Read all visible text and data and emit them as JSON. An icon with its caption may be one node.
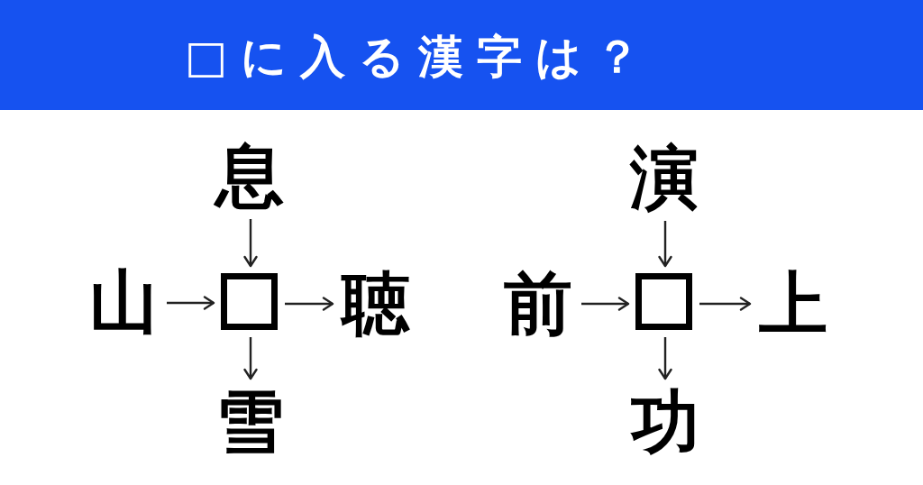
{
  "diagram": {
    "title": "□に入る漢字は？",
    "nodes": [
      {
        "text": [
          "息"
        ]
      },
      {
        "text": [
          "山"
        ]
      },
      {
        "text": [],
        "shape": "box"
      },
      {
        "text": [
          "聴"
        ]
      },
      {
        "text": [
          "雪"
        ]
      },
      {
        "text": [
          "演"
        ]
      },
      {
        "text": [
          "前"
        ]
      },
      {
        "text": [],
        "shape": "box"
      },
      {
        "text": [
          "上"
        ]
      },
      {
        "text": [
          "功"
        ]
      }
    ],
    "edges": [
      {
        "from": 0,
        "to": 2,
        "arrow": "to"
      },
      {
        "from": 1,
        "to": 2,
        "arrow": "to"
      },
      {
        "from": 2,
        "to": 3,
        "arrow": "to"
      },
      {
        "from": 2,
        "to": 4,
        "arrow": "to"
      },
      {
        "from": 5,
        "to": 7,
        "arrow": "to"
      },
      {
        "from": 6,
        "to": 7,
        "arrow": "to"
      },
      {
        "from": 7,
        "to": 8,
        "arrow": "to"
      },
      {
        "from": 7,
        "to": 9,
        "arrow": "to"
      }
    ]
  }
}
